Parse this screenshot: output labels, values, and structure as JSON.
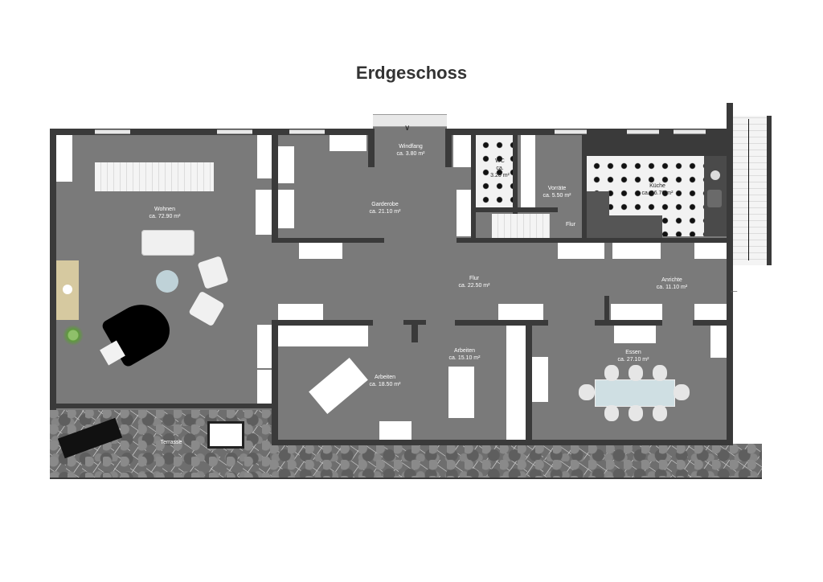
{
  "title": "Erdgeschoss",
  "floorplan": {
    "colors": {
      "floor": "#7a7a7a",
      "wall": "#3a3a3a",
      "furniture": "#ffffff",
      "terrace": "#6e6e6e",
      "tiles": "#f2f2f2"
    },
    "rooms": [
      {
        "name": "Wohnen",
        "area": "ca. 72.90 m²"
      },
      {
        "name": "Windfang",
        "area": "ca. 3.80 m²"
      },
      {
        "name": "Garderobe",
        "area": "ca. 21.10 m²"
      },
      {
        "name": "WC",
        "area": "ca. 3.20 m²"
      },
      {
        "name": "Vorräte",
        "area": "ca. 5.50 m²"
      },
      {
        "name": "Flur",
        "area": ""
      },
      {
        "name": "Küche",
        "area": "ca. 16.70 m²"
      },
      {
        "name": "Flur",
        "area": "ca. 22.50 m²"
      },
      {
        "name": "Anrichte",
        "area": "ca. 11.10 m²"
      },
      {
        "name": "Arbeiten",
        "area": "ca. 18.50 m²"
      },
      {
        "name": "Arbeiten",
        "area": "ca. 15.10 m²"
      },
      {
        "name": "Essen",
        "area": "ca. 27.10 m²"
      },
      {
        "name": "Terrasse",
        "area": ""
      }
    ]
  }
}
